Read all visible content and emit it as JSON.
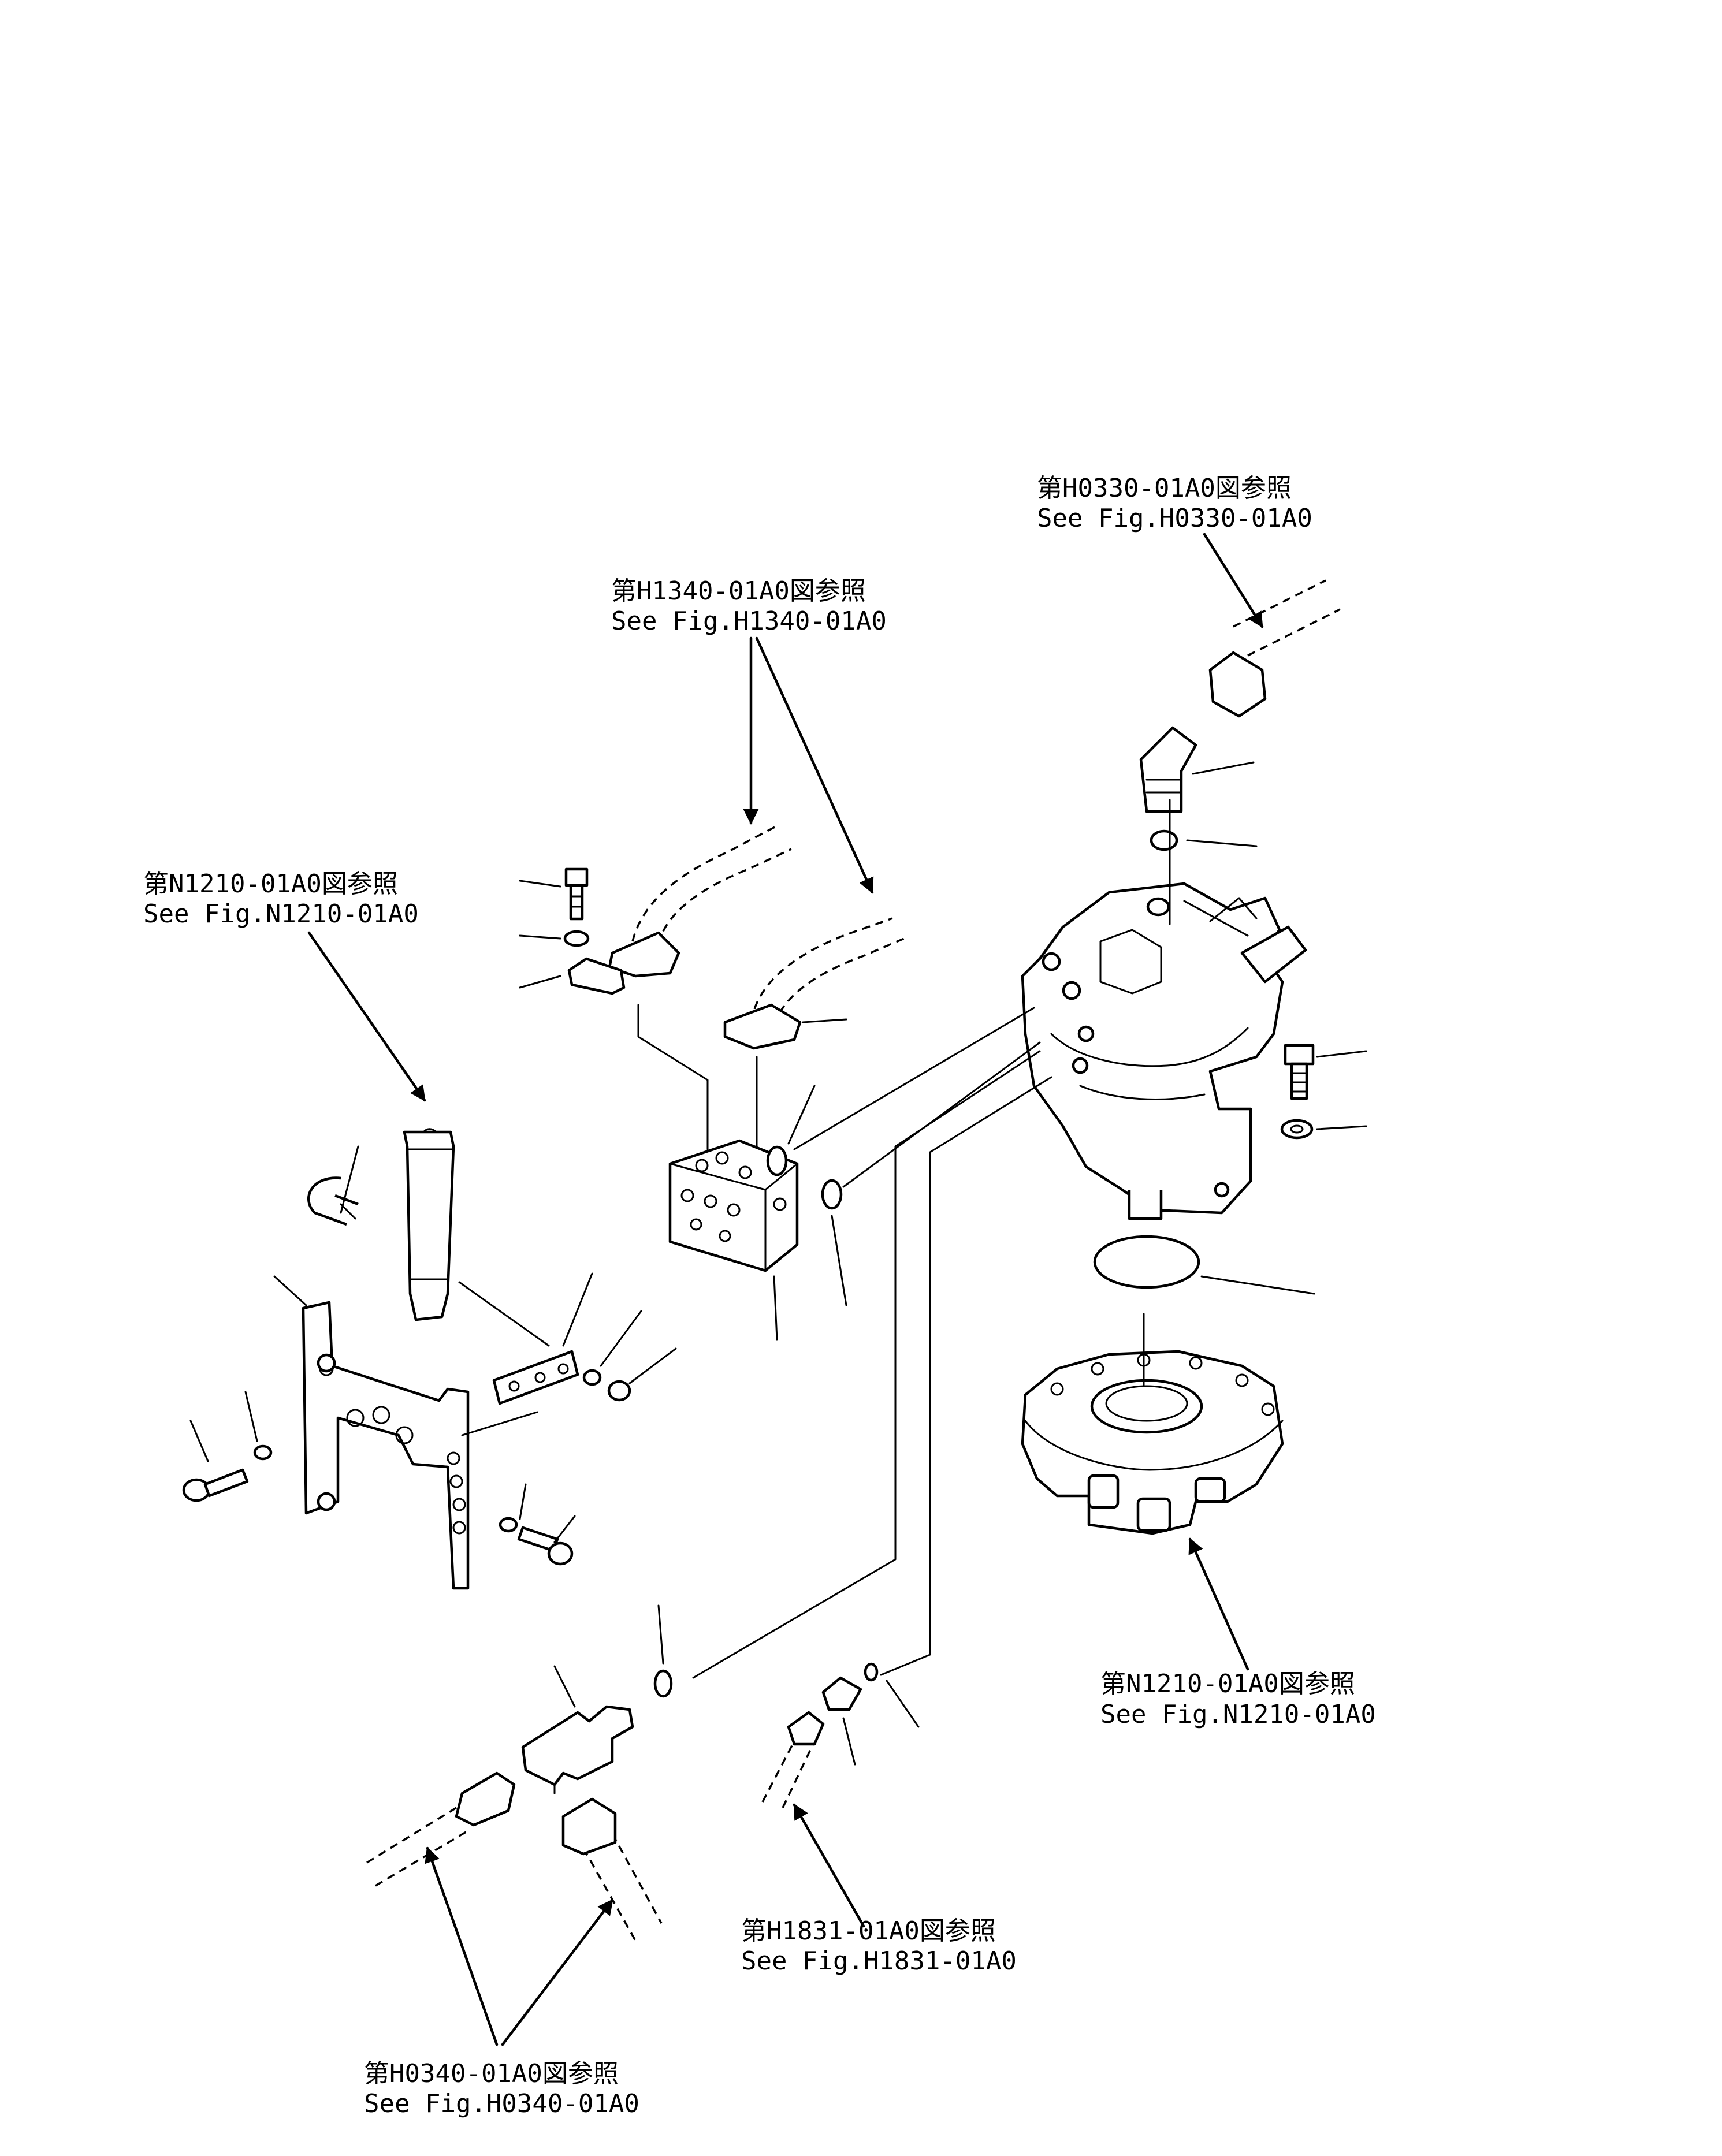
{
  "refs": [
    {
      "jp": "第H0330-01A0図参照",
      "en": "See Fig.H0330-01A0"
    },
    {
      "jp": "第H1340-01A0図参照",
      "en": "See Fig.H1340-01A0"
    },
    {
      "jp": "第N1210-01A0図参照",
      "en": "See Fig.N1210-01A0"
    },
    {
      "jp": "第N1210-01A0図参照",
      "en": "See Fig.N1210-01A0"
    },
    {
      "jp": "第H1831-01A0図参照",
      "en": "See Fig.H1831-01A0"
    },
    {
      "jp": "第H0340-01A0図参照",
      "en": "See Fig.H0340-01A0"
    }
  ]
}
